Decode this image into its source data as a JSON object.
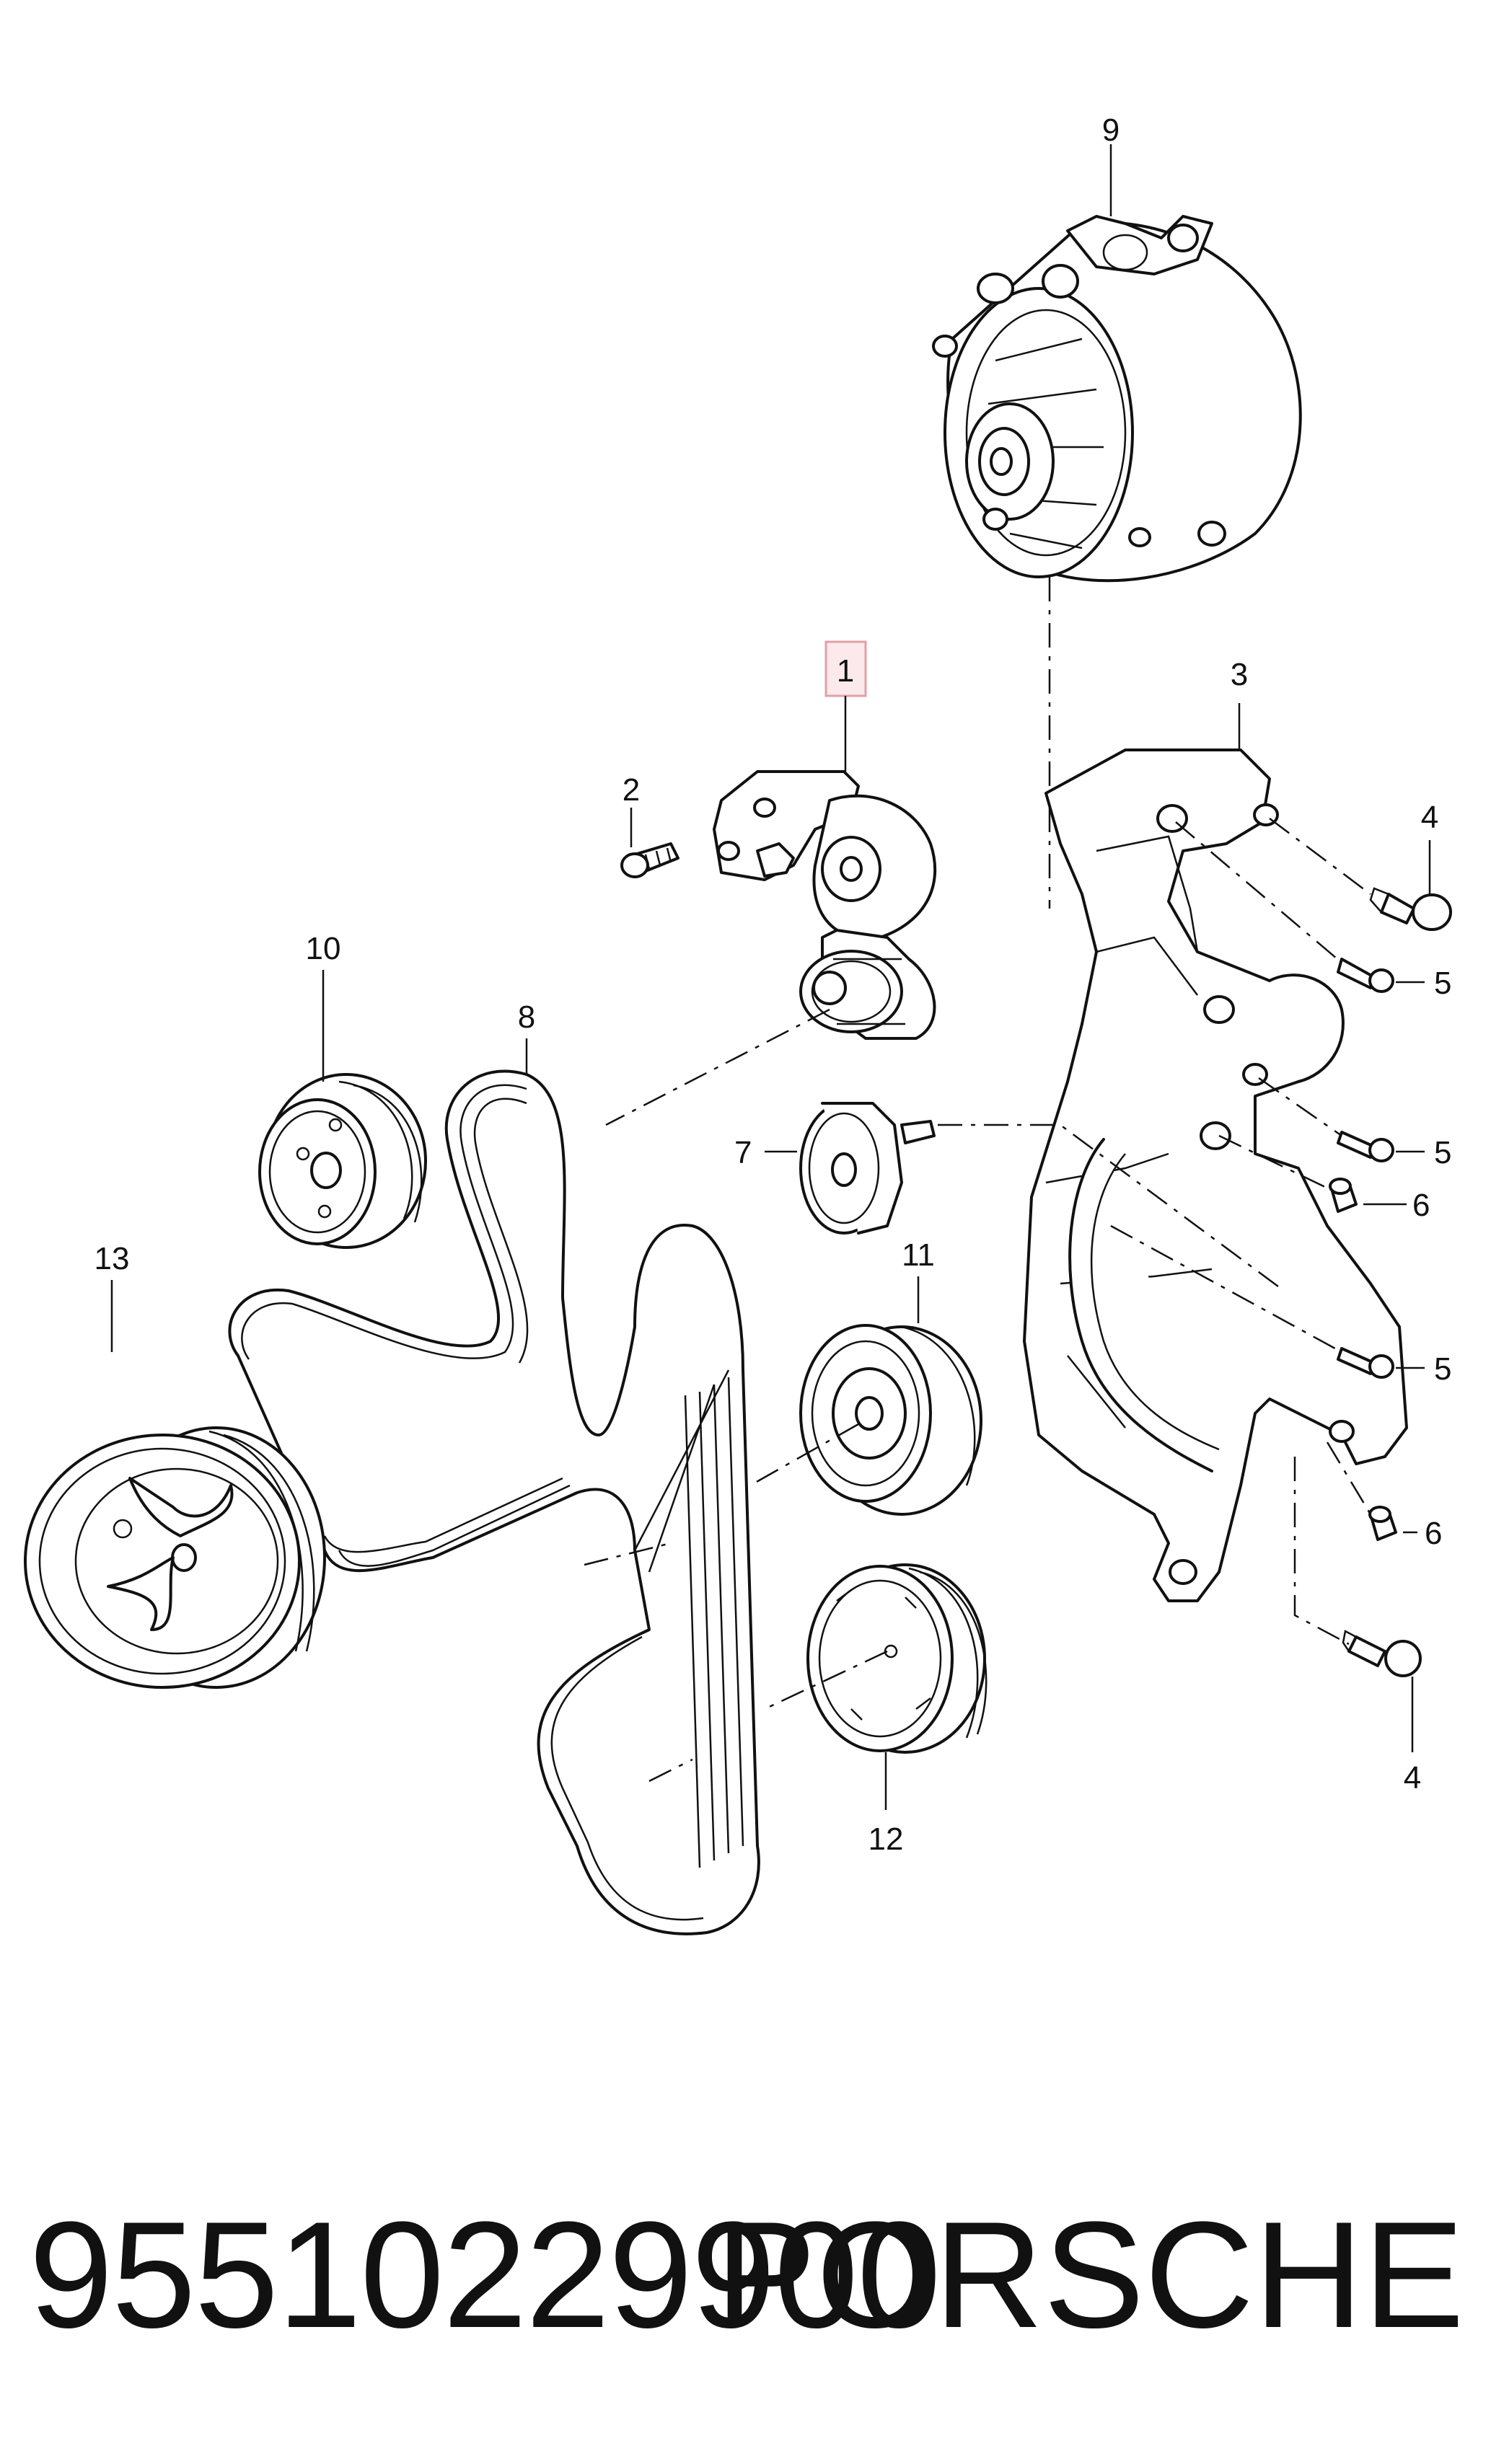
{
  "diagram": {
    "callouts": {
      "c1": "1",
      "c2": "2",
      "c3": "3",
      "c4a": "4",
      "c4b": "4",
      "c5a": "5",
      "c5b": "5",
      "c5c": "5",
      "c6a": "6",
      "c6b": "6",
      "c7": "7",
      "c8": "8",
      "c9": "9",
      "c10": "10",
      "c11": "11",
      "c12": "12",
      "c13": "13"
    },
    "highlight_color": "#e0a0a8"
  },
  "footer": {
    "part_number": "95510229900",
    "brand": "PORSCHE"
  }
}
